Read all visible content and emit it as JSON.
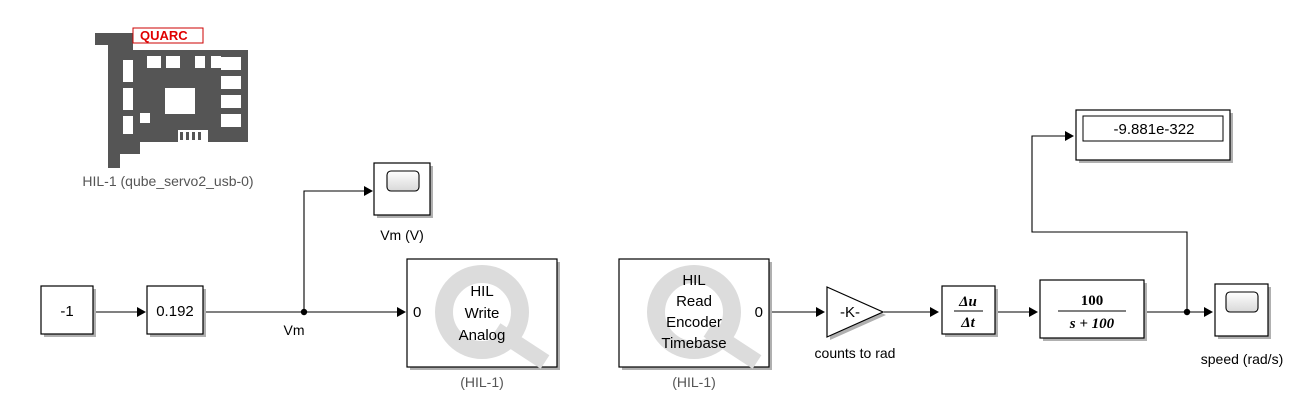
{
  "hil_card": {
    "brand": "QUARC",
    "caption": "HIL-1 (qube_servo2_usb-0)"
  },
  "blocks": {
    "constant": {
      "value": "-1"
    },
    "gain_voltage": {
      "value": "0.192"
    },
    "scope_vm": {
      "label": "Vm (V)"
    },
    "hil_write": {
      "line1": "HIL",
      "line2": "Write",
      "line3": "Analog",
      "port": "0",
      "caption": "(HIL-1)"
    },
    "hil_read": {
      "line1": "HIL",
      "line2": "Read",
      "line3": "Encoder",
      "line4": "Timebase",
      "port": "0",
      "caption": "(HIL-1)"
    },
    "gain_counts": {
      "value": "-K-",
      "label": "counts to rad"
    },
    "derivative": {
      "num": "Δu",
      "den": "Δt"
    },
    "tf": {
      "num": "100",
      "den": "s + 100"
    },
    "display": {
      "value": "-9.881e-322"
    },
    "scope_speed": {
      "label": "speed (rad/s)"
    }
  },
  "signals": {
    "vm": "Vm"
  }
}
